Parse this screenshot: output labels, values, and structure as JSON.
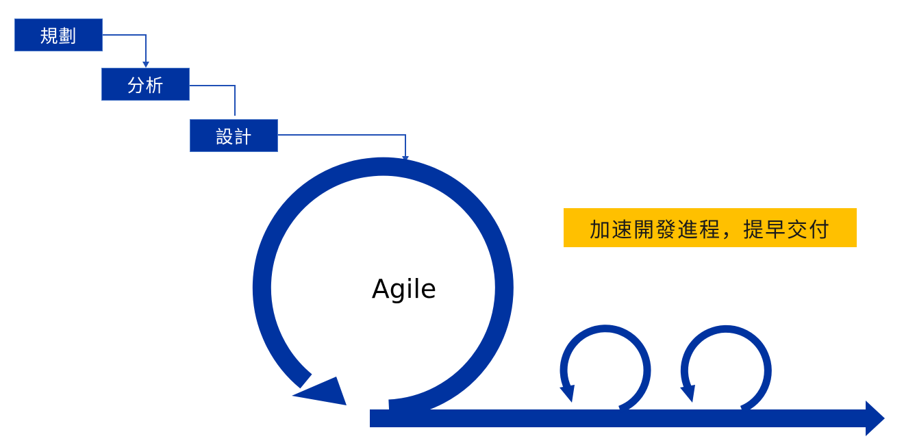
{
  "steps": {
    "plan": "規劃",
    "analyze": "分析",
    "design": "設計"
  },
  "agile_label": "Agile",
  "highlight_text": "加速開發進程，提早交付",
  "colors": {
    "primary_blue": "#0033a0",
    "connector_blue": "#1f4fb5",
    "highlight_yellow": "#ffc000",
    "text_dark": "#000000"
  }
}
